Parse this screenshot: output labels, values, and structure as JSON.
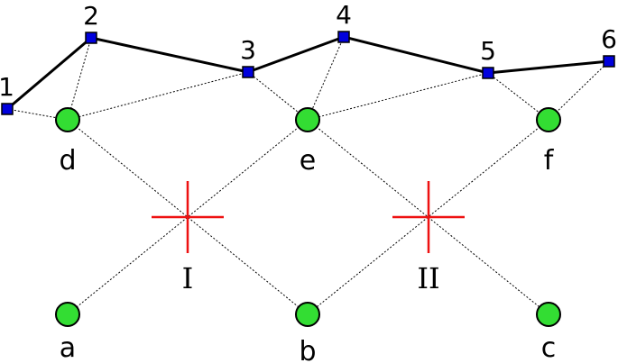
{
  "path_nodes": [
    {
      "id": "1",
      "label": "1"
    },
    {
      "id": "2",
      "label": "2"
    },
    {
      "id": "3",
      "label": "3"
    },
    {
      "id": "4",
      "label": "4"
    },
    {
      "id": "5",
      "label": "5"
    },
    {
      "id": "6",
      "label": "6"
    }
  ],
  "circle_nodes": [
    {
      "id": "d",
      "label": "d"
    },
    {
      "id": "e",
      "label": "e"
    },
    {
      "id": "f",
      "label": "f"
    },
    {
      "id": "a",
      "label": "a"
    },
    {
      "id": "b",
      "label": "b"
    },
    {
      "id": "c",
      "label": "c"
    }
  ],
  "crossings": [
    {
      "id": "I",
      "label": "I"
    },
    {
      "id": "II",
      "label": "II"
    }
  ],
  "colors": {
    "path_node_fill": "#0000dd",
    "circle_fill": "#33dd33",
    "cross_color": "#ee1111",
    "edge_color": "#000000"
  }
}
